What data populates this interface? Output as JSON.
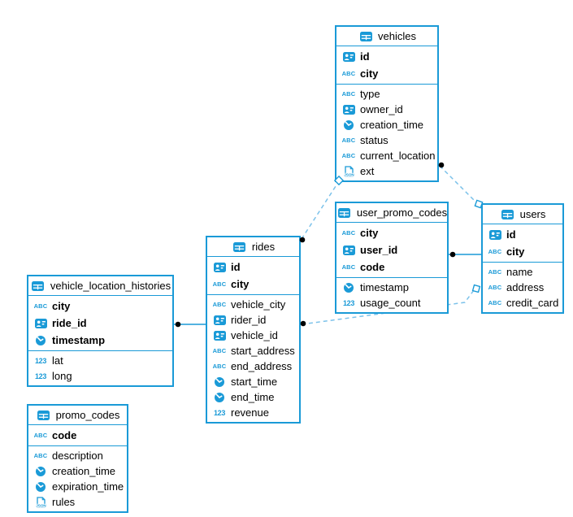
{
  "diagram": {
    "colors": {
      "table_border": "#1a9ad7",
      "icon_blue": "#1a9ad7",
      "dashed_line": "#7cc2ea",
      "solid_line": "#1a9ad7",
      "dot_marker": "#000000",
      "background": "#ffffff"
    },
    "tables": [
      {
        "name": "vehicles",
        "primary_keys": [
          {
            "name": "id",
            "type": "id"
          },
          {
            "name": "city",
            "type": "text"
          }
        ],
        "columns": [
          {
            "name": "type",
            "type": "text"
          },
          {
            "name": "owner_id",
            "type": "id"
          },
          {
            "name": "creation_time",
            "type": "time"
          },
          {
            "name": "status",
            "type": "text"
          },
          {
            "name": "current_location",
            "type": "text"
          },
          {
            "name": "ext",
            "type": "json"
          }
        ]
      },
      {
        "name": "user_promo_codes",
        "primary_keys": [
          {
            "name": "city",
            "type": "text"
          },
          {
            "name": "user_id",
            "type": "id"
          },
          {
            "name": "code",
            "type": "text"
          }
        ],
        "columns": [
          {
            "name": "timestamp",
            "type": "time"
          },
          {
            "name": "usage_count",
            "type": "number"
          }
        ]
      },
      {
        "name": "users",
        "primary_keys": [
          {
            "name": "id",
            "type": "id"
          },
          {
            "name": "city",
            "type": "text"
          }
        ],
        "columns": [
          {
            "name": "name",
            "type": "text"
          },
          {
            "name": "address",
            "type": "text"
          },
          {
            "name": "credit_card",
            "type": "text"
          }
        ]
      },
      {
        "name": "rides",
        "primary_keys": [
          {
            "name": "id",
            "type": "id"
          },
          {
            "name": "city",
            "type": "text"
          }
        ],
        "columns": [
          {
            "name": "vehicle_city",
            "type": "text"
          },
          {
            "name": "rider_id",
            "type": "id"
          },
          {
            "name": "vehicle_id",
            "type": "id"
          },
          {
            "name": "start_address",
            "type": "text"
          },
          {
            "name": "end_address",
            "type": "text"
          },
          {
            "name": "start_time",
            "type": "time"
          },
          {
            "name": "end_time",
            "type": "time"
          },
          {
            "name": "revenue",
            "type": "number"
          }
        ]
      },
      {
        "name": "vehicle_location_histories",
        "primary_keys": [
          {
            "name": "city",
            "type": "text"
          },
          {
            "name": "ride_id",
            "type": "id"
          },
          {
            "name": "timestamp",
            "type": "time"
          }
        ],
        "columns": [
          {
            "name": "lat",
            "type": "number"
          },
          {
            "name": "long",
            "type": "number"
          }
        ]
      },
      {
        "name": "promo_codes",
        "primary_keys": [
          {
            "name": "code",
            "type": "text"
          }
        ],
        "columns": [
          {
            "name": "description",
            "type": "text"
          },
          {
            "name": "creation_time",
            "type": "time"
          },
          {
            "name": "expiration_time",
            "type": "time"
          },
          {
            "name": "rules",
            "type": "json"
          }
        ]
      }
    ],
    "relationships": [
      {
        "from": "vehicle_location_histories",
        "to": "rides",
        "line": "solid",
        "from_marker": "dot",
        "to_marker": "none"
      },
      {
        "from": "user_promo_codes",
        "to": "users",
        "line": "solid",
        "from_marker": "dot",
        "to_marker": "none"
      },
      {
        "from": "rides",
        "to": "vehicles",
        "line": "dashed",
        "from_marker": "dot",
        "to_marker": "open-square"
      },
      {
        "from": "vehicles",
        "to": "users",
        "line": "dashed",
        "from_marker": "dot",
        "to_marker": "open-square"
      },
      {
        "from": "rides",
        "to": "users",
        "line": "dashed",
        "from_marker": "dot",
        "to_marker": "open-square"
      }
    ]
  }
}
